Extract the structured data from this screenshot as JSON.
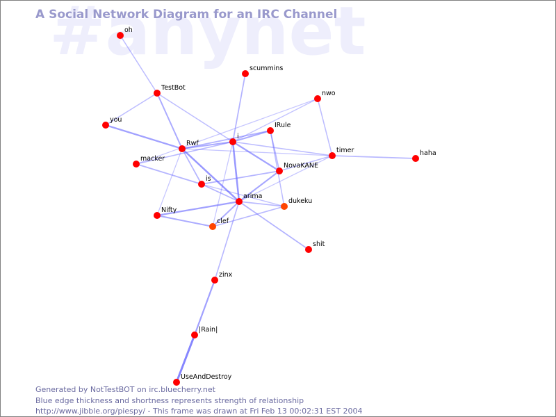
{
  "title": "A Social Network Diagram for an IRC Channel",
  "channel_watermark": "#anynet",
  "footer": {
    "line1": "Generated by NotTestBOT on irc.bluecherry.net",
    "line2": "Blue edge thickness and shortness represents strength of relationship",
    "line3": "http://www.jibble.org/piespy/ - This frame was drawn at Fri Feb 13 00:02:31 EST 2004"
  },
  "colors": {
    "node": "#ff0000",
    "node_recent": "#ff4400",
    "edge": "#6666ff",
    "title": "#9999cc",
    "footer": "#6a6aa0"
  },
  "nodes": [
    {
      "id": "oh",
      "label": "oh",
      "type": "normal"
    },
    {
      "id": "scummins",
      "label": "scummins",
      "type": "normal"
    },
    {
      "id": "TestBot",
      "label": "TestBot",
      "type": "normal"
    },
    {
      "id": "nwo",
      "label": "nwo",
      "type": "normal"
    },
    {
      "id": "you",
      "label": "you",
      "type": "normal"
    },
    {
      "id": "IRule",
      "label": "IRule",
      "type": "normal"
    },
    {
      "id": "i",
      "label": "i",
      "type": "normal"
    },
    {
      "id": "Rwf",
      "label": "Rwf",
      "type": "normal"
    },
    {
      "id": "timer",
      "label": "timer",
      "type": "normal"
    },
    {
      "id": "haha",
      "label": "haha",
      "type": "normal"
    },
    {
      "id": "macker",
      "label": "macker",
      "type": "normal"
    },
    {
      "id": "NovaKANE",
      "label": "NovaKANE",
      "type": "normal"
    },
    {
      "id": "is",
      "label": "is",
      "type": "normal"
    },
    {
      "id": "arima",
      "label": "arima",
      "type": "normal"
    },
    {
      "id": "dukeku",
      "label": "dukeku",
      "type": "recent"
    },
    {
      "id": "Nifty",
      "label": "Nifty",
      "type": "normal"
    },
    {
      "id": "clef",
      "label": "clef",
      "type": "recent"
    },
    {
      "id": "shit",
      "label": "shit",
      "type": "normal"
    },
    {
      "id": "zinx",
      "label": "zinx",
      "type": "normal"
    },
    {
      "id": "Rain",
      "label": "|Rain|",
      "type": "normal"
    },
    {
      "id": "UseAndDestroy",
      "label": "UseAndDestroy",
      "type": "normal"
    }
  ],
  "edges": [
    {
      "from": "oh",
      "to": "TestBot",
      "strength": 0.3
    },
    {
      "from": "TestBot",
      "to": "you",
      "strength": 0.3
    },
    {
      "from": "TestBot",
      "to": "Rwf",
      "strength": 0.5
    },
    {
      "from": "TestBot",
      "to": "i",
      "strength": 0.3
    },
    {
      "from": "you",
      "to": "Rwf",
      "strength": 0.6
    },
    {
      "from": "scummins",
      "to": "i",
      "strength": 0.4
    },
    {
      "from": "nwo",
      "to": "i",
      "strength": 0.25
    },
    {
      "from": "nwo",
      "to": "macker",
      "strength": 0.2
    },
    {
      "from": "nwo",
      "to": "timer",
      "strength": 0.3
    },
    {
      "from": "Rwf",
      "to": "i",
      "strength": 0.5
    },
    {
      "from": "Rwf",
      "to": "IRule",
      "strength": 0.4
    },
    {
      "from": "Rwf",
      "to": "is",
      "strength": 0.4
    },
    {
      "from": "Rwf",
      "to": "arima",
      "strength": 0.7
    },
    {
      "from": "Rwf",
      "to": "Nifty",
      "strength": 0.2
    },
    {
      "from": "Rwf",
      "to": "timer",
      "strength": 0.2
    },
    {
      "from": "macker",
      "to": "i",
      "strength": 0.35
    },
    {
      "from": "macker",
      "to": "is",
      "strength": 0.4
    },
    {
      "from": "i",
      "to": "IRule",
      "strength": 0.5
    },
    {
      "from": "i",
      "to": "NovaKANE",
      "strength": 0.6
    },
    {
      "from": "i",
      "to": "arima",
      "strength": 0.7
    },
    {
      "from": "i",
      "to": "timer",
      "strength": 0.3
    },
    {
      "from": "i",
      "to": "clef",
      "strength": 0.2
    },
    {
      "from": "IRule",
      "to": "NovaKANE",
      "strength": 0.35
    },
    {
      "from": "IRule",
      "to": "dukeku",
      "strength": 0.3
    },
    {
      "from": "timer",
      "to": "haha",
      "strength": 0.35
    },
    {
      "from": "timer",
      "to": "NovaKANE",
      "strength": 0.3
    },
    {
      "from": "timer",
      "to": "arima",
      "strength": 0.2
    },
    {
      "from": "NovaKANE",
      "to": "is",
      "strength": 0.4
    },
    {
      "from": "NovaKANE",
      "to": "arima",
      "strength": 0.55
    },
    {
      "from": "is",
      "to": "arima",
      "strength": 0.4
    },
    {
      "from": "is",
      "to": "dukeku",
      "strength": 0.25
    },
    {
      "from": "arima",
      "to": "Nifty",
      "strength": 0.6
    },
    {
      "from": "arima",
      "to": "clef",
      "strength": 0.5
    },
    {
      "from": "arima",
      "to": "dukeku",
      "strength": 0.35
    },
    {
      "from": "arima",
      "to": "shit",
      "strength": 0.4
    },
    {
      "from": "arima",
      "to": "zinx",
      "strength": 0.35
    },
    {
      "from": "Nifty",
      "to": "clef",
      "strength": 0.5
    },
    {
      "from": "clef",
      "to": "dukeku",
      "strength": 0.35
    },
    {
      "from": "zinx",
      "to": "Rain",
      "strength": 0.6
    },
    {
      "from": "Rain",
      "to": "UseAndDestroy",
      "strength": 0.9
    }
  ]
}
